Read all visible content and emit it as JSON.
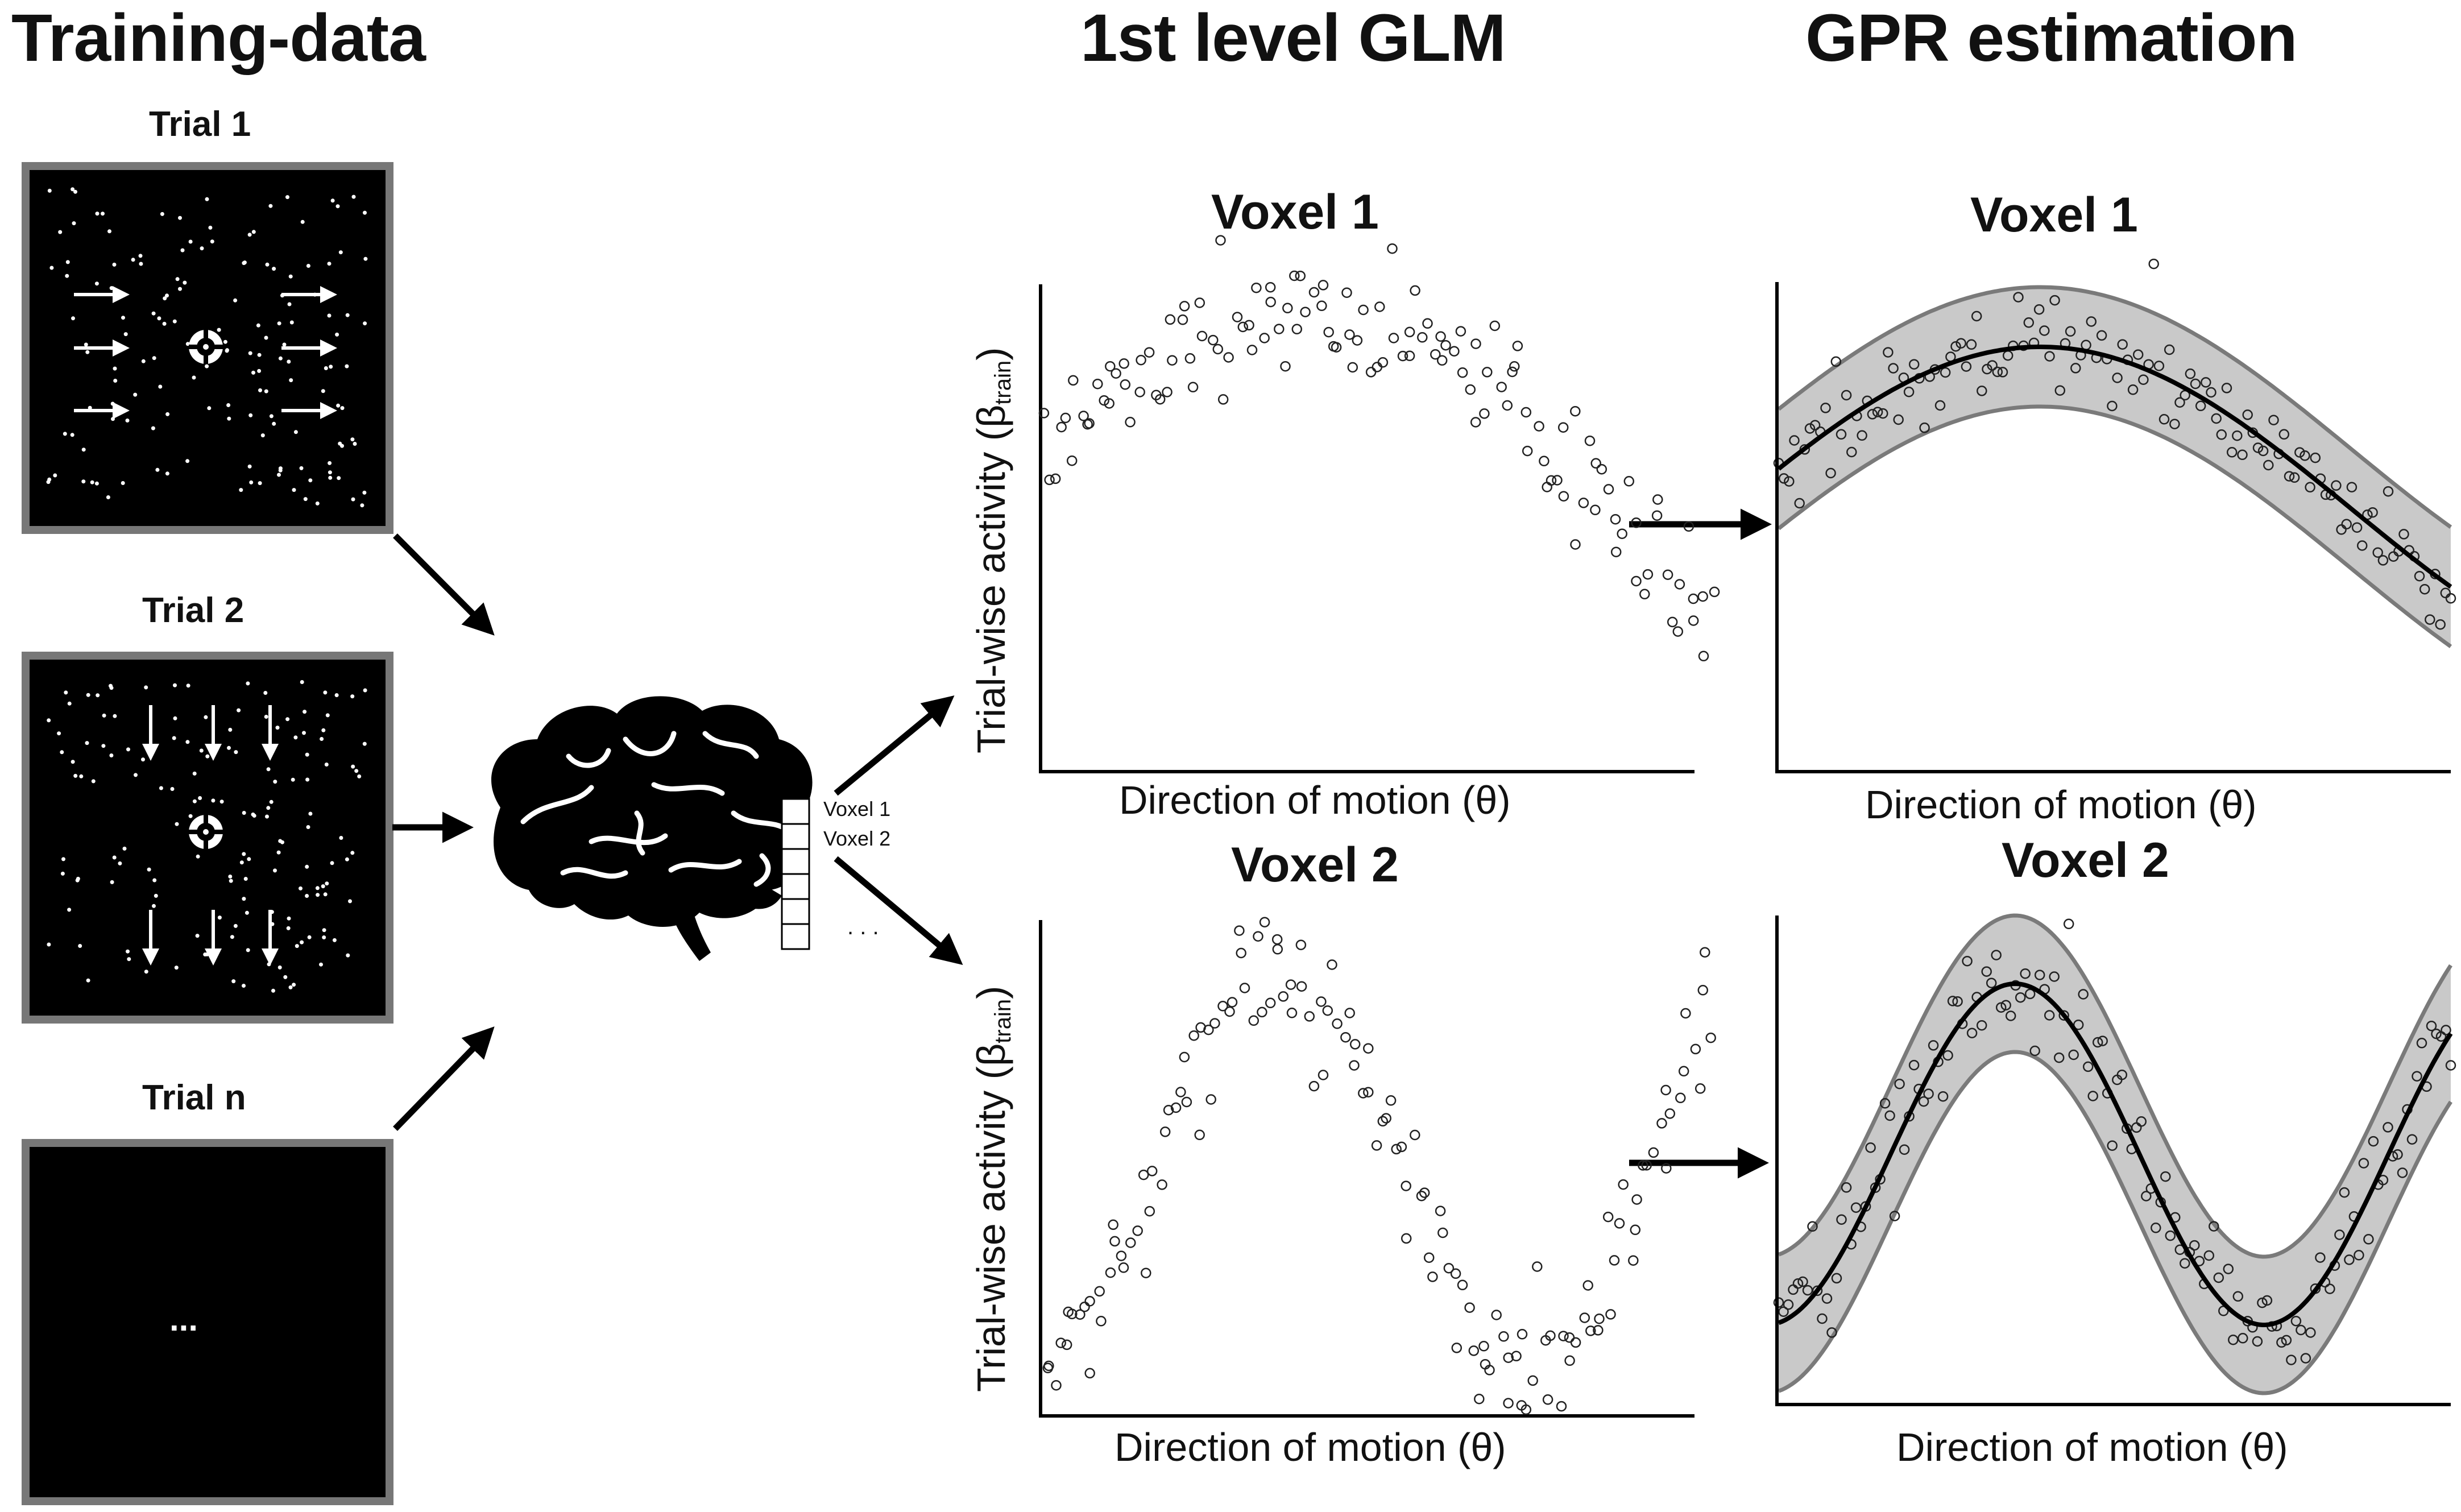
{
  "sections": {
    "training_title": "Training-data",
    "glm_title": "1st level GLM",
    "gpr_title": "GPR estimation"
  },
  "trials": [
    {
      "label": "Trial 1",
      "motion": "right-arrows"
    },
    {
      "label": "Trial 2",
      "motion": "down-arrows"
    },
    {
      "label": "Trial n",
      "content": "..."
    }
  ],
  "vector": {
    "labels": [
      "Voxel 1",
      "Voxel 2"
    ],
    "ellipsis": ". . ."
  },
  "glm": {
    "voxel1_title": "Voxel 1",
    "voxel2_title": "Voxel 2",
    "ylabel_main": "Trial-wise activity (β",
    "ylabel_sub": "train",
    "ylabel_end": ")",
    "xlabel": "Direction of motion (θ)"
  },
  "gpr": {
    "voxel1_title": "Voxel 1",
    "voxel2_title": "Voxel 2",
    "xlabel": "Direction of motion (θ)"
  },
  "icons": {
    "brain": "brain-icon",
    "arrow": "arrow-icon",
    "fixation": "fixation-cross-icon"
  },
  "colors": {
    "stimulus_bg": "#000000",
    "frame": "#777777",
    "band_fill": "#c9c9c9",
    "band_edge": "#7a7a7a",
    "curve": "#000000"
  }
}
